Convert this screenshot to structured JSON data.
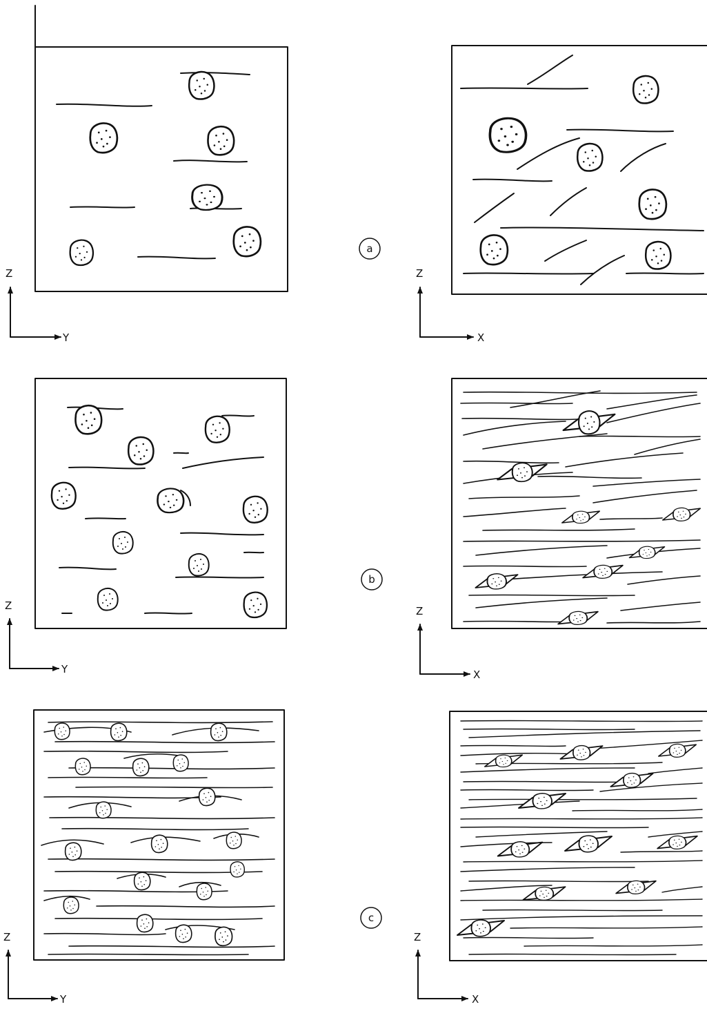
{
  "colors": {
    "ink": "#111111",
    "paper": "#ffffff"
  },
  "rows": [
    {
      "label": "a",
      "left_axes": {
        "vertical": "Z",
        "horizontal": "Y"
      },
      "right_axes": {
        "vertical": "Z",
        "horizontal": "X"
      }
    },
    {
      "label": "b",
      "left_axes": {
        "vertical": "Z",
        "horizontal": "Y"
      },
      "right_axes": {
        "vertical": "Z",
        "horizontal": "X"
      }
    },
    {
      "label": "c",
      "left_axes": {
        "vertical": "Z",
        "horizontal": "Y"
      },
      "right_axes": {
        "vertical": "Z",
        "horizontal": "X"
      }
    }
  ]
}
